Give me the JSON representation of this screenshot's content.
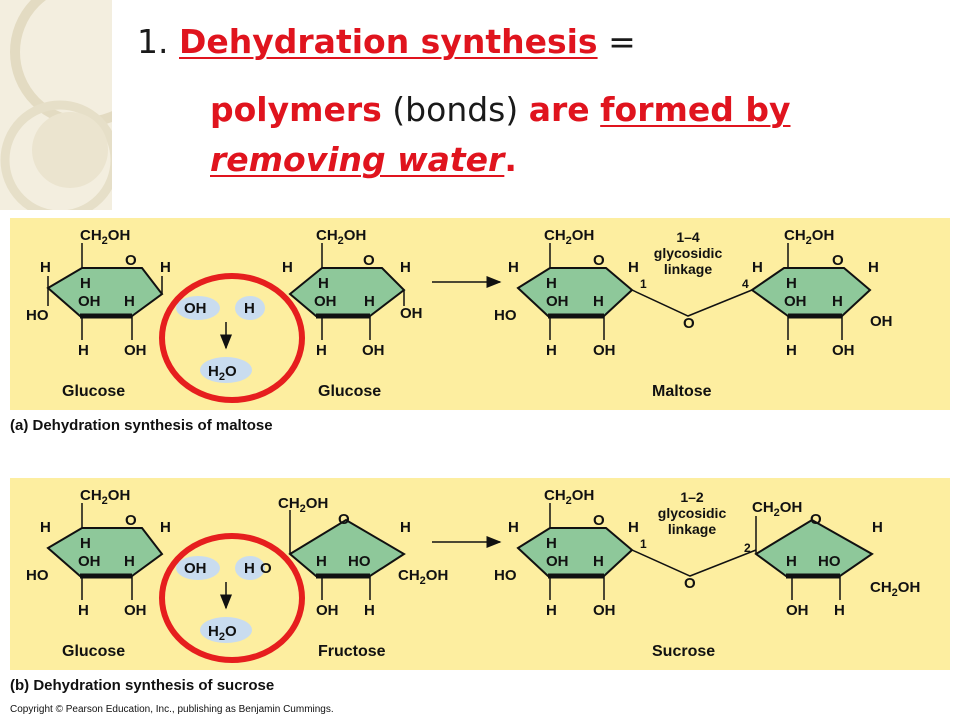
{
  "slide": {
    "number": "1.",
    "term": "Dehydration synthesis",
    "equals": " =",
    "def_polymers": "polymers",
    "def_bonds": " (bonds) ",
    "def_are": "are",
    "def_formed_by": "formed by",
    "def_removing_water": "removing water",
    "def_period": "."
  },
  "panel_a": {
    "caption": "(a) Dehydration synthesis of maltose",
    "mol1_name": "Glucose",
    "mol2_name": "Glucose",
    "product_name": "Maltose",
    "linkage_line1": "1–4",
    "linkage_line2": "glycosidic",
    "linkage_line3": "linkage",
    "pos_left": "1",
    "pos_right": "4"
  },
  "panel_b": {
    "caption": "(b) Dehydration synthesis of sucrose",
    "mol1_name": "Glucose",
    "mol2_name": "Fructose",
    "product_name": "Sucrose",
    "linkage_line1": "1–2",
    "linkage_line2": "glycosidic",
    "linkage_line3": "linkage",
    "pos_left": "1",
    "pos_right": "2"
  },
  "labels": {
    "h": "H",
    "oh": "OH",
    "ho": "HO",
    "o": "O",
    "ch2oh_pre": "CH",
    "ch2oh_sub": "2",
    "ch2oh_post": "OH",
    "water_pre": "H",
    "water_sub": "2",
    "water_post": "O"
  },
  "copyright": "Copyright © Pearson Education, Inc., publishing as Benjamin Cummings.",
  "colors": {
    "panel_bg": "#fdeea0",
    "ring_fill": "#8ec89a",
    "circle_red": "#e61e1e",
    "title_red": "#e0141e",
    "bubble_fill": "#c9dcef"
  }
}
